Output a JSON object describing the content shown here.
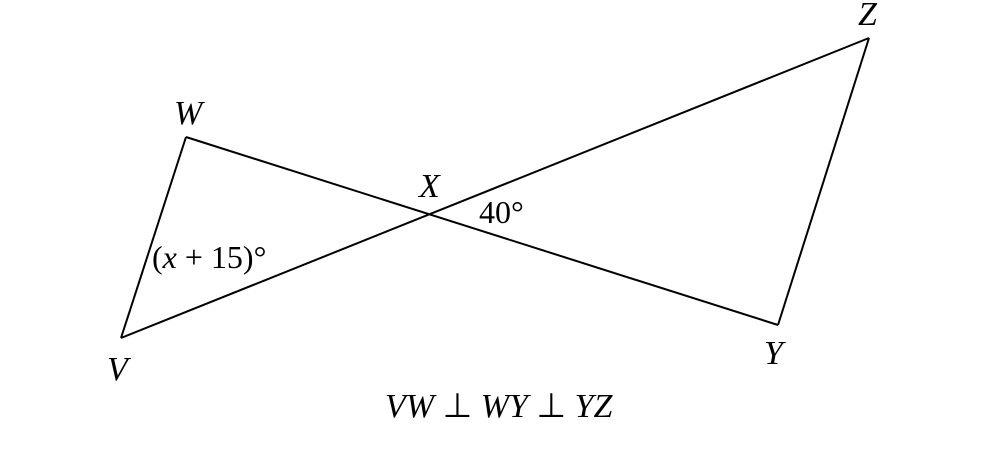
{
  "points": {
    "W": "W",
    "X": "X",
    "Z": "Z",
    "Y": "Y",
    "V": "V"
  },
  "angles": {
    "angle_zxy": "40°",
    "angle_wvx_prefix": "(",
    "angle_wvx_var": "x",
    "angle_wvx_suffix": " + 15)°"
  },
  "caption": {
    "p1": "VW",
    "op1": " ⊥ ",
    "p2": "WY",
    "op2": " ⊥ ",
    "p3": "YZ"
  }
}
